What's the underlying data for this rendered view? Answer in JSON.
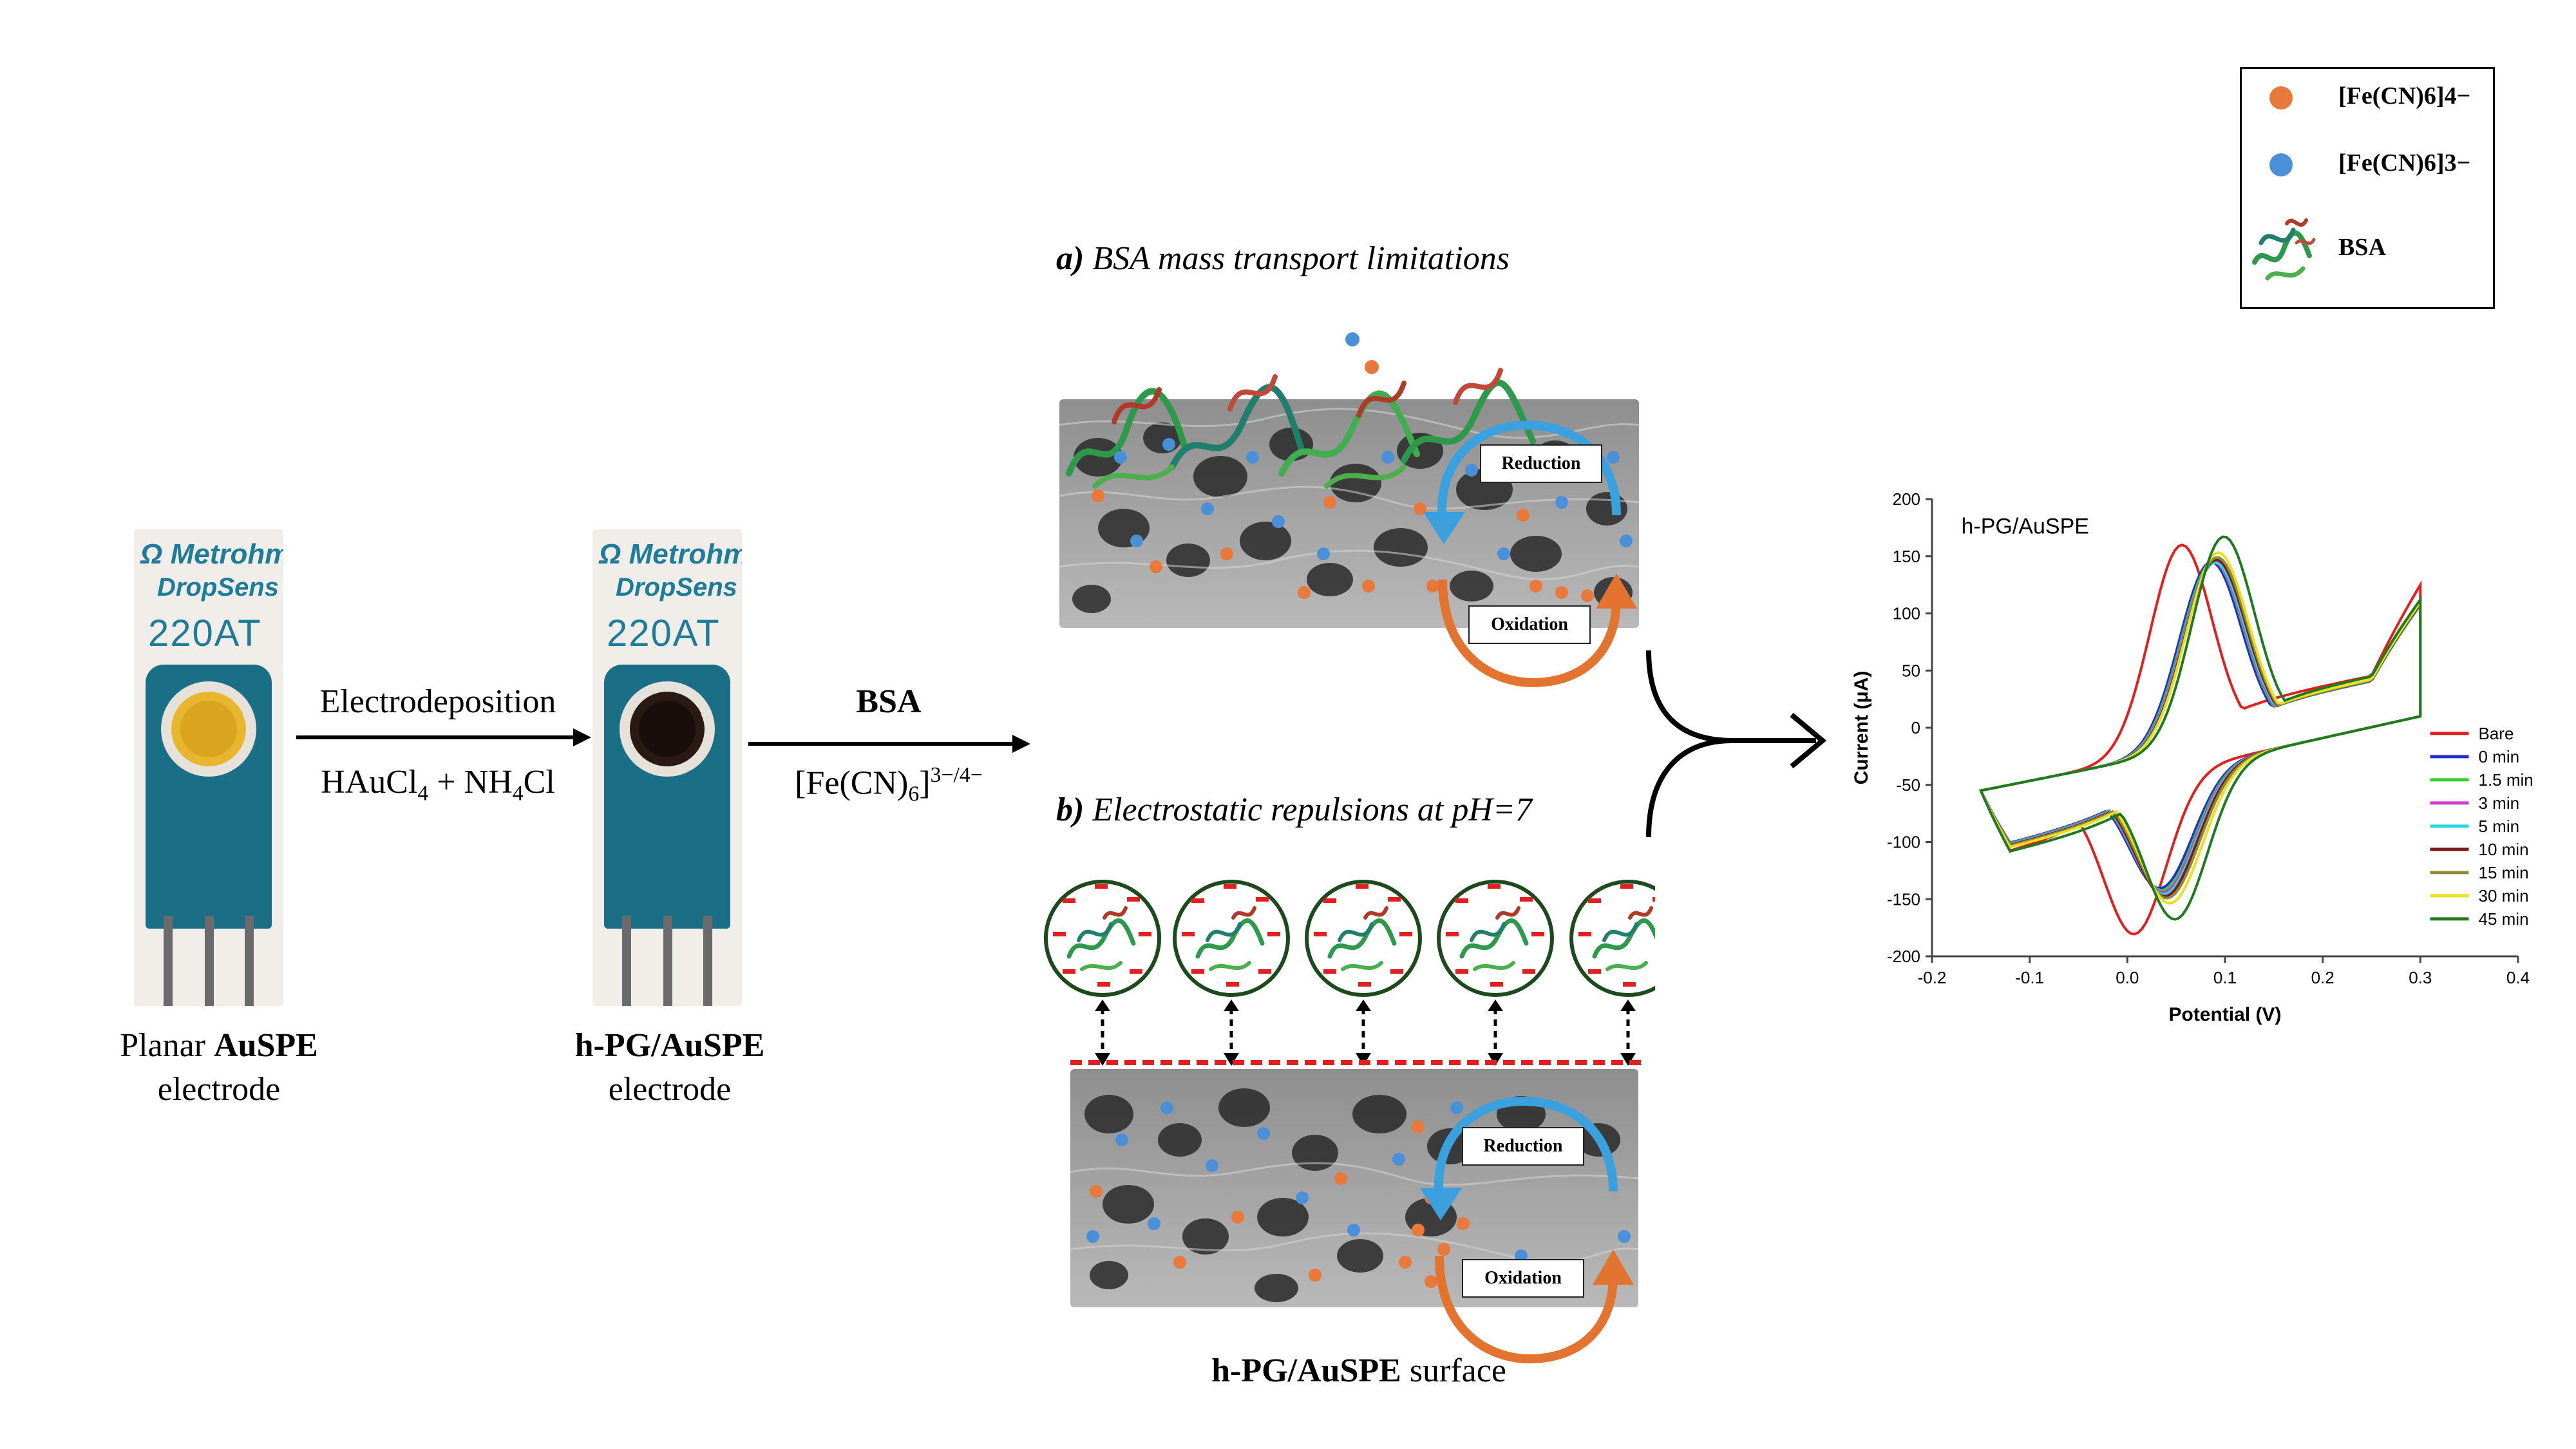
{
  "legend": {
    "ferrocyanide": "[Fe(CN)6]4−",
    "ferricyanide": "[Fe(CN)6]3−",
    "bsa": "BSA"
  },
  "colors": {
    "ferrocyanide": "#e8793a",
    "ferricyanide": "#4a90d9",
    "electrode_blue": "#1a6f86",
    "reduction_arrow": "#3aa0de",
    "oxidation_arrow": "#e2742f",
    "repulsion_line": "#e02020"
  },
  "electrode1": {
    "brand_line1": "Ω Metrohm",
    "brand_line2": "DropSens",
    "model": "220AT",
    "caption_prefix": "Planar ",
    "caption_bold": "AuSPE",
    "caption_line2": "electrode"
  },
  "electrode2": {
    "brand_line1": "Ω Metrohm",
    "brand_line2": "DropSens",
    "model": "220AT",
    "caption_bold": "h-PG/AuSPE",
    "caption_line2": "electrode"
  },
  "step1": {
    "top": "Electrodeposition",
    "bottom_a": "HAuCl",
    "bottom_sub": "4",
    "bottom_b": " + NH",
    "bottom_sub2": "4",
    "bottom_c": "Cl"
  },
  "step2": {
    "top": "BSA",
    "bottom_a": "[Fe(CN)",
    "bottom_sub": "6",
    "bottom_b": "]",
    "bottom_sup": "3−/4−"
  },
  "panel_a": {
    "letter": "a)",
    "title": " BSA mass transport limitations",
    "reduction": "Reduction",
    "oxidation": "Oxidation"
  },
  "panel_b": {
    "letter": "b)",
    "title": " Electrostatic repulsions at pH=7",
    "reduction": "Reduction",
    "oxidation": "Oxidation"
  },
  "surface_caption": {
    "bold": "h-PG/AuSPE",
    "rest": " surface"
  },
  "chart_data": {
    "type": "line",
    "title": "h-PG/AuSPE",
    "xlabel": "Potential (V)",
    "ylabel": "Current (μA)",
    "xlim": [
      -0.2,
      0.4
    ],
    "ylim": [
      -200,
      200
    ],
    "xticks": [
      -0.2,
      -0.1,
      0.0,
      0.1,
      0.2,
      0.3,
      0.4
    ],
    "yticks": [
      -200,
      -150,
      -100,
      -50,
      0,
      50,
      100,
      150,
      200
    ],
    "grid": false,
    "legend_position": "right",
    "series": [
      {
        "name": "Bare",
        "color": "#e02020",
        "ipa": 155,
        "epa": 0.055,
        "ipc": -165,
        "epc": 0.008,
        "end_current": 125
      },
      {
        "name": "0 min",
        "color": "#1f2fd0",
        "ipa": 135,
        "epa": 0.085,
        "ipc": -130,
        "epc": 0.035,
        "end_current": 108
      },
      {
        "name": "1.5 min",
        "color": "#2fd22f",
        "ipa": 135,
        "epa": 0.087,
        "ipc": -132,
        "epc": 0.037,
        "end_current": 108
      },
      {
        "name": "3 min",
        "color": "#d23ad2",
        "ipa": 134,
        "epa": 0.088,
        "ipc": -134,
        "epc": 0.038,
        "end_current": 107
      },
      {
        "name": "5 min",
        "color": "#2ad6e0",
        "ipa": 134,
        "epa": 0.089,
        "ipc": -136,
        "epc": 0.039,
        "end_current": 107
      },
      {
        "name": "10 min",
        "color": "#7a1a1a",
        "ipa": 136,
        "epa": 0.09,
        "ipc": -138,
        "epc": 0.04,
        "end_current": 108
      },
      {
        "name": "15 min",
        "color": "#8e8a3a",
        "ipa": 138,
        "epa": 0.091,
        "ipc": -140,
        "epc": 0.042,
        "end_current": 109
      },
      {
        "name": "30 min",
        "color": "#e8e020",
        "ipa": 142,
        "epa": 0.092,
        "ipc": -145,
        "epc": 0.045,
        "end_current": 110
      },
      {
        "name": "45 min",
        "color": "#1e7a1e",
        "ipa": 155,
        "epa": 0.098,
        "ipc": -160,
        "epc": 0.05,
        "end_current": 112
      }
    ]
  }
}
